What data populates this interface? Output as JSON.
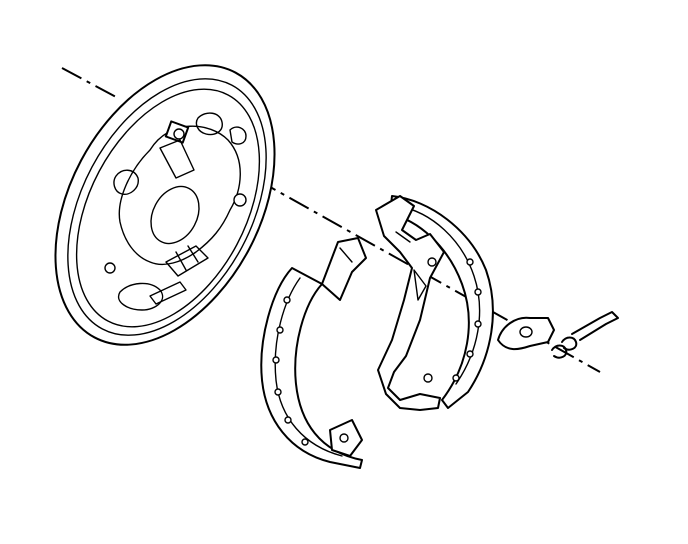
{
  "diagram": {
    "parts": [
      "backing-plate",
      "front-brake-shoe",
      "rear-brake-shoe",
      "adjuster-lever",
      "retaining-spring"
    ],
    "label_count": 0
  },
  "colors": {
    "line": "#000000",
    "background": "#ffffff"
  }
}
